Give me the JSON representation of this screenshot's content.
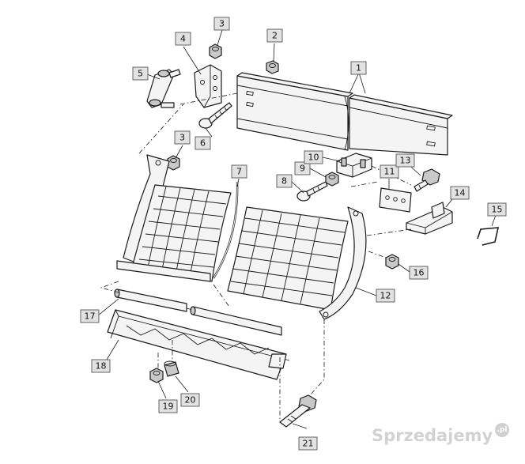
{
  "diagram": {
    "callouts": [
      {
        "id": "1",
        "label": "1"
      },
      {
        "id": "2",
        "label": "2"
      },
      {
        "id": "3a",
        "label": "3"
      },
      {
        "id": "3b",
        "label": "3"
      },
      {
        "id": "4",
        "label": "4"
      },
      {
        "id": "5",
        "label": "5"
      },
      {
        "id": "6",
        "label": "6"
      },
      {
        "id": "7",
        "label": "7"
      },
      {
        "id": "8",
        "label": "8"
      },
      {
        "id": "9",
        "label": "9"
      },
      {
        "id": "10",
        "label": "10"
      },
      {
        "id": "11",
        "label": "11"
      },
      {
        "id": "12",
        "label": "12"
      },
      {
        "id": "13",
        "label": "13"
      },
      {
        "id": "14",
        "label": "14"
      },
      {
        "id": "15",
        "label": "15"
      },
      {
        "id": "16",
        "label": "16"
      },
      {
        "id": "17",
        "label": "17"
      },
      {
        "id": "18",
        "label": "18"
      },
      {
        "id": "19",
        "label": "19"
      },
      {
        "id": "20",
        "label": "20"
      },
      {
        "id": "21",
        "label": "21"
      }
    ]
  },
  "watermark": {
    "text": "Sprzedajemy",
    "badge": ".pl"
  },
  "colors": {
    "line": "#1a1a1a",
    "callout_fill": "#e2e2e2",
    "watermark": "#d2d2d2"
  }
}
